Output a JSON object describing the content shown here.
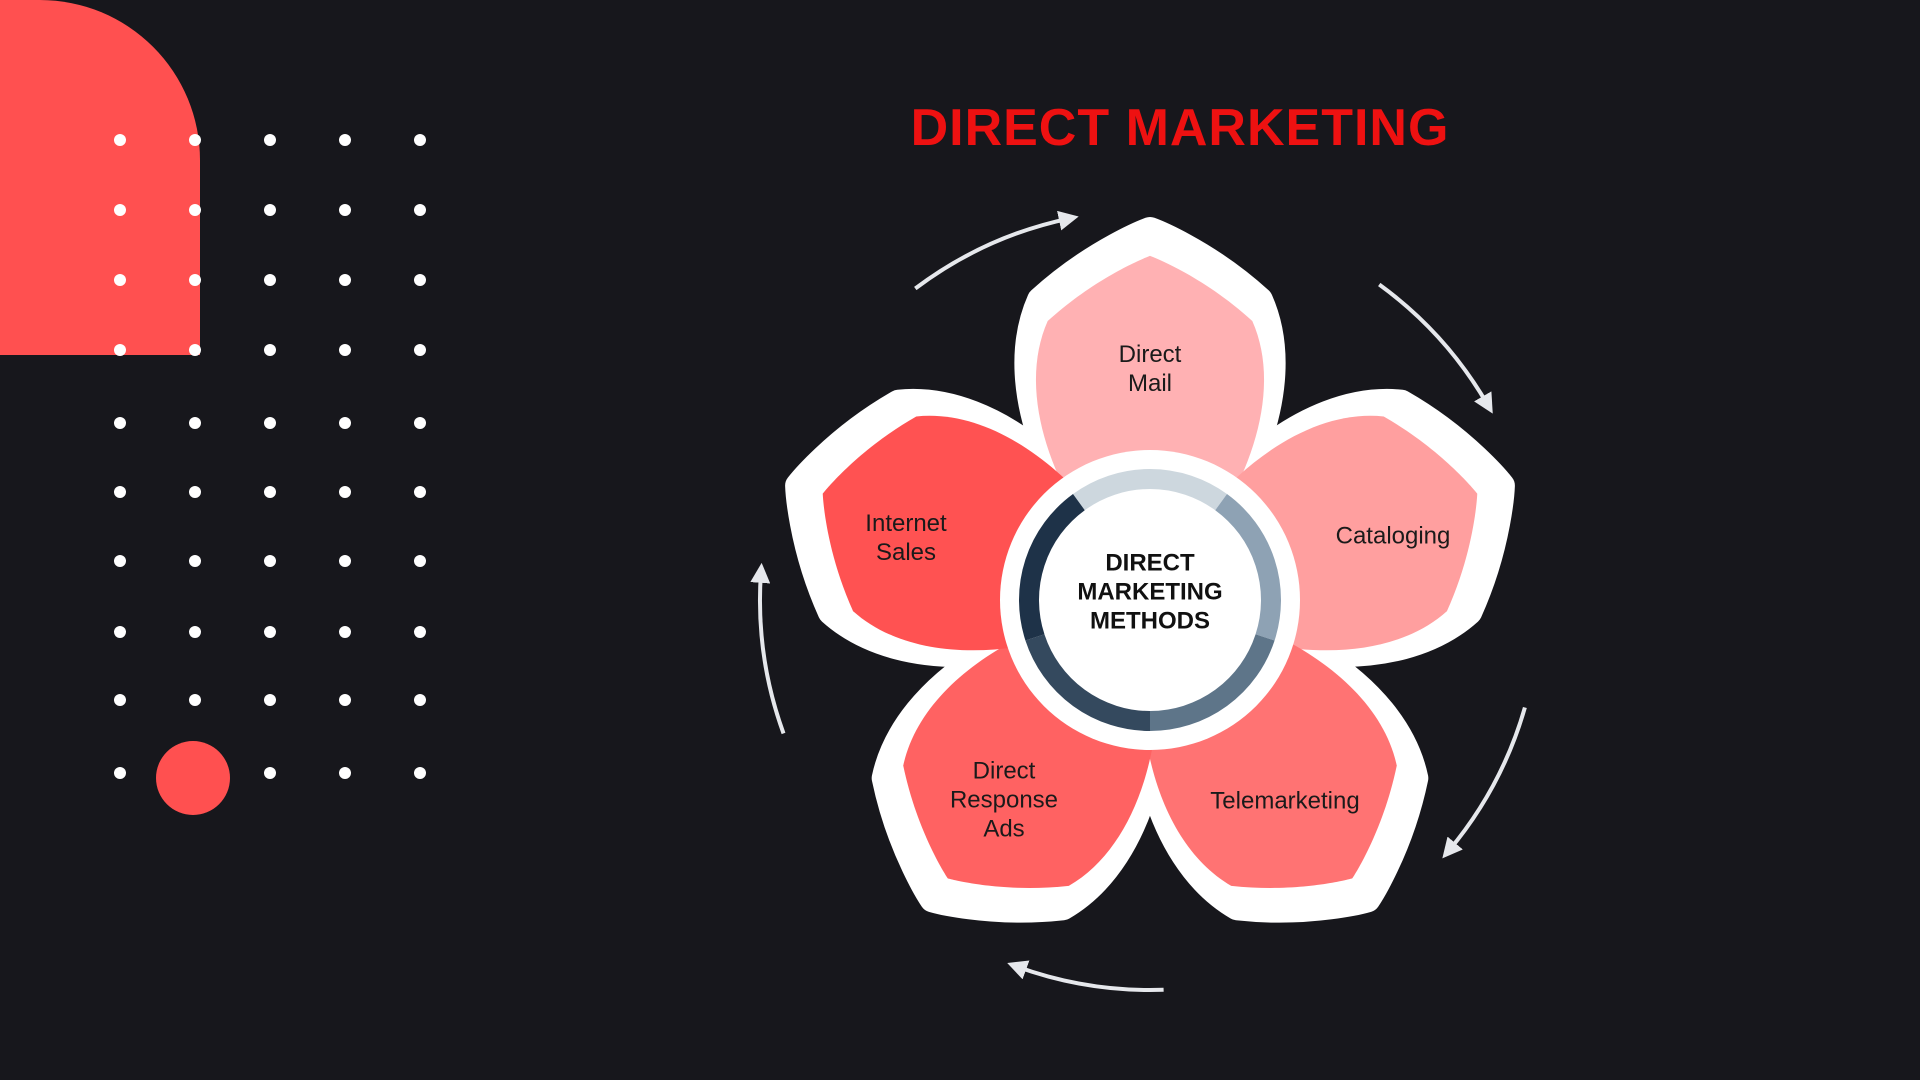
{
  "title": "DIRECT MARKETING",
  "center_label": [
    "DIRECT",
    "MARKETING",
    "METHODS"
  ],
  "petals": [
    {
      "id": "direct-mail",
      "lines": [
        "Direct",
        "Mail"
      ],
      "color": "#ffb1b3"
    },
    {
      "id": "cataloging",
      "lines": [
        "Cataloging"
      ],
      "color": "#ff9f9f"
    },
    {
      "id": "telemarketing",
      "lines": [
        "Telemarketing"
      ],
      "color": "#ff7373"
    },
    {
      "id": "direct-response-ads",
      "lines": [
        "Direct",
        "Response",
        "Ads"
      ],
      "color": "#ff6262"
    },
    {
      "id": "internet-sales",
      "lines": [
        "Internet",
        "Sales"
      ],
      "color": "#ff5252"
    }
  ],
  "colors": {
    "background": "#17171c",
    "accent": "#ff5050",
    "title": "#ee1111",
    "dots": "#ffffff",
    "ring": [
      "#cdd7de",
      "#8ea2b4",
      "#5e7589",
      "#34495e",
      "#1e3248"
    ]
  }
}
